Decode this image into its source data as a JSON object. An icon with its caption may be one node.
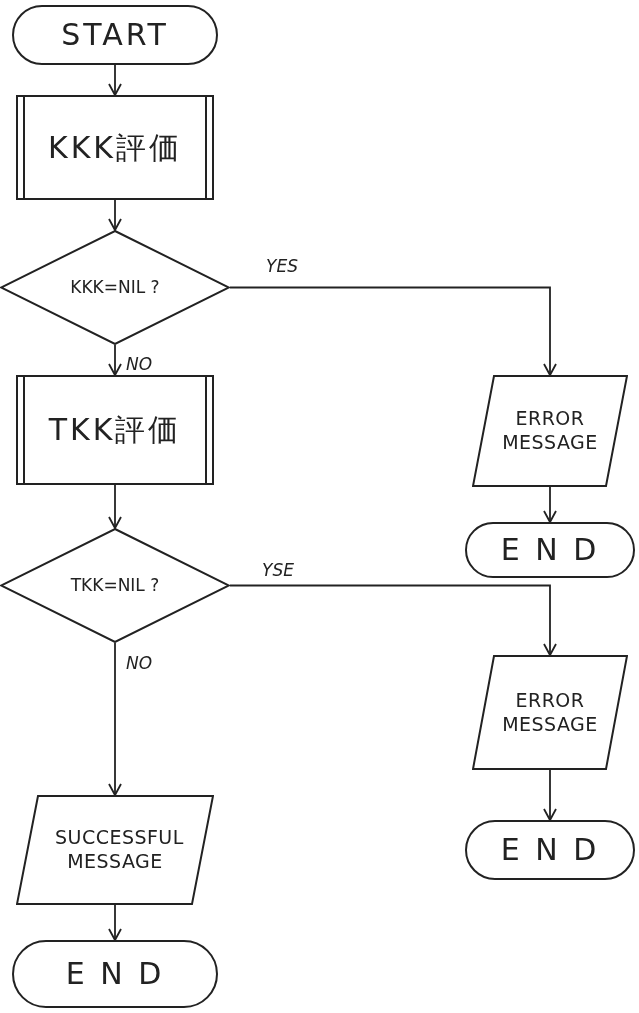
{
  "diagram": {
    "nodes": [
      {
        "text": [
          "START"
        ]
      },
      {
        "text": [
          "KKK評価"
        ]
      },
      {
        "text": [
          "KKK=NIL ?"
        ]
      },
      {
        "text": [
          "ERROR MESSAGE"
        ]
      },
      {
        "text": [
          "E N D"
        ]
      },
      {
        "text": [
          "TKK評価"
        ]
      },
      {
        "text": [
          "TKK=NIL ?"
        ]
      },
      {
        "text": [
          "ERROR MESSAGE"
        ]
      },
      {
        "text": [
          "E N D"
        ]
      },
      {
        "text": [
          "SUCCESSFUL MESSAGE"
        ]
      },
      {
        "text": [
          "E N D"
        ]
      }
    ],
    "edges": [
      {
        "from": 0,
        "to": 1,
        "arrow": "to"
      },
      {
        "from": 1,
        "to": 2,
        "arrow": "to"
      },
      {
        "from": 2,
        "to": 3,
        "arrow": "to",
        "label": "YES"
      },
      {
        "from": 3,
        "to": 4,
        "arrow": "to"
      },
      {
        "from": 2,
        "to": 5,
        "arrow": "to",
        "label": "NO"
      },
      {
        "from": 5,
        "to": 6,
        "arrow": "to"
      },
      {
        "from": 6,
        "to": 7,
        "arrow": "to",
        "label": "YSE"
      },
      {
        "from": 7,
        "to": 8,
        "arrow": "to"
      },
      {
        "from": 6,
        "to": 9,
        "arrow": "to",
        "label": "NO"
      },
      {
        "from": 9,
        "to": 10,
        "arrow": "to"
      }
    ]
  }
}
